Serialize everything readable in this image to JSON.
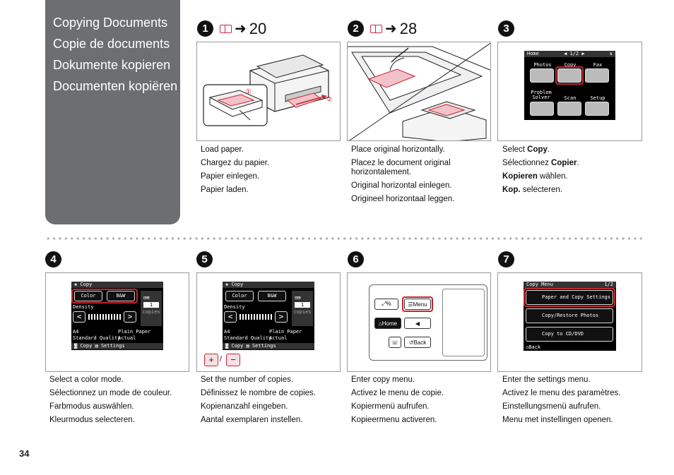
{
  "titles": [
    "Copying Documents",
    "Copie de documents",
    "Dokumente kopieren",
    "Documenten kopiëren"
  ],
  "steps": {
    "s1": {
      "num": "1",
      "ref": "20",
      "arrow": "➜",
      "markers": [
        "①",
        "②"
      ],
      "lines": [
        "Load paper.",
        "Chargez du papier.",
        "Papier einlegen.",
        "Papier laden."
      ]
    },
    "s2": {
      "num": "2",
      "ref": "28",
      "arrow": "➜",
      "lines": [
        "Place original horizontally.",
        "Placez le document original horizontalement.",
        "Original horizontal einlegen.",
        "Origineel horizontaal leggen."
      ]
    },
    "s3": {
      "num": "3",
      "l1_pre": "Select ",
      "l1_bold": "Copy",
      "l1_post": ".",
      "l2_pre": "Sélectionnez ",
      "l2_bold": "Copier",
      "l2_post": ".",
      "l3_bold": "Kopieren",
      "l3_post": " wählen.",
      "l4_bold": "Kop.",
      "l4_post": " selecteren.",
      "lcd": {
        "home": "Home",
        "page": "◀ 1/2 ▶",
        "labels": [
          "Photos",
          "Copy",
          "Fax",
          "Problem Solver",
          "Scan",
          "Setup"
        ]
      }
    },
    "s4": {
      "num": "4",
      "lines": [
        "Select a color mode.",
        "Sélectionnez un mode de couleur.",
        "Farbmodus auswählen.",
        "Kleurmodus selecteren."
      ]
    },
    "s5": {
      "num": "5",
      "plus": "+",
      "slash": "/",
      "minus": "−",
      "lines": [
        "Set the number of copies.",
        "Définissez le nombre de copies.",
        "Kopienanzahl eingeben.",
        "Aantal exemplaren instellen."
      ]
    },
    "s6": {
      "num": "6",
      "lines": [
        "Enter copy menu.",
        "Activez le menu de copie.",
        "Kopiermenü aufrufen.",
        "Kopieermenu activeren."
      ],
      "buttons": {
        "menu": "Menu",
        "home": "Home",
        "back": "Back",
        "left": "◀"
      }
    },
    "s7": {
      "num": "7",
      "lines": [
        "Enter the settings menu.",
        "Activez le menu des paramètres.",
        "Einstellungsmenü aufrufen.",
        "Menu met instellingen openen."
      ],
      "lcd": {
        "title": "Copy Menu",
        "page": "1/2",
        "items": [
          "Paper and Copy Settings",
          "Copy/Restore Photos",
          "Copy to CD/DVD"
        ],
        "back": "Back"
      }
    }
  },
  "copy_lcd": {
    "title": "Copy",
    "color": "Color",
    "bw": "B&W",
    "density": "Density",
    "count": "1",
    "copies": "copies",
    "size": "A4",
    "paper": "Plain Paper",
    "quality": "Standard Quality",
    "actual": "Actual",
    "foot_copy": "Copy",
    "foot_settings": "Settings"
  },
  "page_number": "34"
}
